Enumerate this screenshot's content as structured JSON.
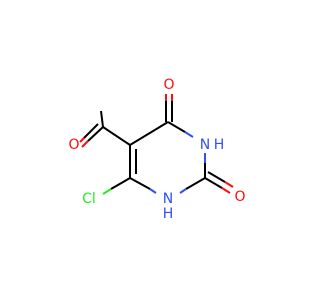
{
  "molecule": {
    "atoms": {
      "o_acetyl": {
        "label": "O",
        "color": "#ff0d0d"
      },
      "o_top": {
        "label": "O",
        "color": "#ff0d0d"
      },
      "n_top": {
        "label": "N",
        "h": "H",
        "color": "#3050f8"
      },
      "o_right": {
        "label": "O",
        "color": "#ff0d0d"
      },
      "n_bottom": {
        "label": "N",
        "h": "H",
        "color": "#3050f8"
      },
      "cl": {
        "label": "Cl",
        "color": "#1ff01f"
      }
    }
  }
}
